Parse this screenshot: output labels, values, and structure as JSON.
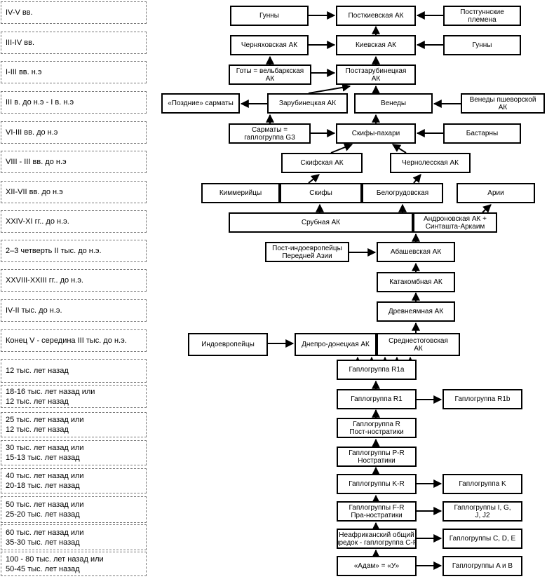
{
  "eras": [
    [
      "IV-V вв."
    ],
    [
      "III-IV вв."
    ],
    [
      "I-III вв. н.э"
    ],
    [
      "III в. до н.э - I в. н.э"
    ],
    [
      "VI-III вв. до н.э"
    ],
    [
      "VIII - III вв. до н.э"
    ],
    [
      "XII-VII вв. до н.э"
    ],
    [
      "XXIV-XI гг.. до н.э."
    ],
    [
      "2–3 четверть II тыс. до н.э."
    ],
    [
      "XXVIII-XXIII гг.. до н.э."
    ],
    [
      "IV-II тыс. до н.э."
    ],
    [
      "Конец V - середина III тыс. до н.э."
    ],
    [
      "12 тыс. лет назад"
    ],
    [
      "18-16 тыс. лет назад или",
      "12 тыс. лет назад"
    ],
    [
      "25 тыс. лет назад или",
      "12 тыс. лет назад"
    ],
    [
      "30 тыс. лет назад или",
      "15-13 тыс. лет назад"
    ],
    [
      "40 тыс. лет назад или",
      "20-18 тыс. лет назад"
    ],
    [
      "50 тыс. лет назад или",
      "25-20 тыс. лет назад"
    ],
    [
      "60 тыс. лет назад или",
      "35-30 тыс. лет назад"
    ],
    [
      "100 - 80 тыс. лет назад или",
      "50-45 тыс. лет назад"
    ]
  ],
  "nodes": {
    "gunny1": [
      "Гунны"
    ],
    "postkiev": [
      "Посткиевская АК"
    ],
    "postgun": [
      "Постгуннские",
      "племена"
    ],
    "chern": [
      "Черняховская АК"
    ],
    "kiev": [
      "Киевская АК"
    ],
    "gunny2": [
      "Гунны"
    ],
    "goty": [
      "Готы = вельбаркская",
      "АК"
    ],
    "postzar": [
      "Постзарубинецкая",
      "АК"
    ],
    "pozd": [
      "«Поздние» сарматы"
    ],
    "zarub": [
      "Зарубинецкая АК"
    ],
    "venedy": [
      "Венеды"
    ],
    "venpsh": [
      "Венеды пшеворской",
      "АК"
    ],
    "sarm": [
      "Сарматы =",
      "гаплогруппа G3"
    ],
    "skifpah": [
      "Скифы-пахари"
    ],
    "bast": [
      "Бастарны"
    ],
    "skifak": [
      "Скифская АК"
    ],
    "cherles": [
      "Чернолесская АК"
    ],
    "kimm": [
      "Киммерийцы"
    ],
    "skify": [
      "Скифы"
    ],
    "belogr": [
      "Белогрудовская"
    ],
    "arii": [
      "Арии"
    ],
    "srub": [
      "Срубная АК"
    ],
    "andr": [
      "Андроновская АК +",
      "Синташта-Аркаим"
    ],
    "postie": [
      "Пост-индоевропейцы",
      "Передней Азии"
    ],
    "abash": [
      "Абашевская АК"
    ],
    "katak": [
      "Катакомбная АК"
    ],
    "drevn": [
      "Древнеямная АК"
    ],
    "indoev": [
      "Индоевропейцы"
    ],
    "dnepr": [
      "Днепро-донецкая АК"
    ],
    "sredn": [
      "Среднестоговская",
      "АК"
    ],
    "r1a": [
      "Гаплогруппа R1a"
    ],
    "r1": [
      "Гаплогруппа R1"
    ],
    "r1b": [
      "Гаплогруппа R1b"
    ],
    "r": [
      "Гаплогруппа R",
      "Пост-ностратики"
    ],
    "pr": [
      "Гаплогруппы P-R",
      "Ностратики"
    ],
    "kr": [
      "Гаплогруппы K-R"
    ],
    "k": [
      "Гаплогруппа K"
    ],
    "fr": [
      "Гаплогруппы F-R",
      "Пра-ностратики"
    ],
    "igj": [
      "Гаплогруппы I, G,",
      "J, J2"
    ],
    "nonaf": [
      "Неафриканский общий",
      "предок - гаплогруппа C-R"
    ],
    "cde": [
      "Гаплогруппы C, D, E"
    ],
    "adam": [
      "«Адам» = «У»"
    ],
    "ab": [
      "Гаплогруппы A и B"
    ]
  }
}
